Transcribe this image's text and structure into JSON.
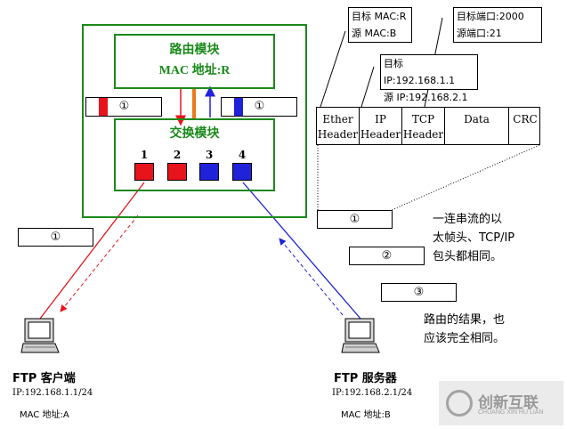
{
  "router": {
    "title": "路由模块",
    "mac": "MAC 地址:R",
    "switch_label": "交换模块",
    "left_packet_label": "①",
    "right_packet_label": "①",
    "ports": [
      {
        "num": "1",
        "color": "#e8141b"
      },
      {
        "num": "2",
        "color": "#e8141b"
      },
      {
        "num": "3",
        "color": "#1f22d8"
      },
      {
        "num": "4",
        "color": "#1f22d8"
      }
    ]
  },
  "mac_box": {
    "line1": "目标 MAC:R",
    "line2": "源 MAC:B"
  },
  "ip_box": {
    "line1": "目标 IP:192.168.1.1",
    "line2": "源 IP:192.168.2.1"
  },
  "port_box": {
    "line1": "目标端口:2000",
    "line2": "源端口:21"
  },
  "header": {
    "cells": [
      {
        "line1": "Ether",
        "line2": "Header"
      },
      {
        "line1": "IP",
        "line2": "Header"
      },
      {
        "line1": "TCP",
        "line2": "Header"
      },
      {
        "line1": "Data",
        "line2": ""
      },
      {
        "line1": "CRC",
        "line2": ""
      }
    ]
  },
  "packets": {
    "p1": "①",
    "p2": "②",
    "p3": "③",
    "left": "①"
  },
  "notes": {
    "note1": [
      "一连串流的以",
      "太帧头、TCP/IP",
      "包头都相同。"
    ],
    "note2": [
      "路由的结果，也",
      "应该完全相同。"
    ]
  },
  "client": {
    "title": "FTP 客户端",
    "ip": "IP:192.168.1.1/24",
    "mac": "MAC 地址:A"
  },
  "server": {
    "title": "FTP 服务器",
    "ip": "IP:192.168.2.1/24",
    "mac": "MAC 地址:B"
  },
  "watermark": {
    "name": "创新互联",
    "sub": "CHUANG XIN HU LIAN"
  },
  "colors": {
    "green": "#1a8a1a",
    "red": "#e8141b",
    "blue": "#1f22d8",
    "orange": "#e87a1a"
  }
}
